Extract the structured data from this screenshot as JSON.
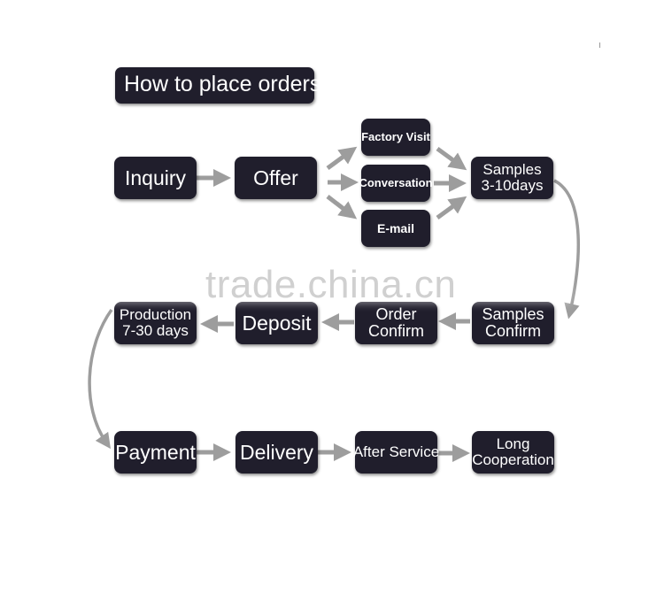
{
  "title": "How to place orders",
  "steps": {
    "inquiry": "Inquiry",
    "offer": "Offer",
    "factory_visit": "Factory Visit",
    "conversation": "Conversation",
    "email": "E-mail",
    "samples_line1": "Samples",
    "samples_line2": "3-10days",
    "samples_confirm_line1": "Samples",
    "samples_confirm_line2": "Confirm",
    "order_confirm_line1": "Order",
    "order_confirm_line2": "Confirm",
    "deposit": "Deposit",
    "production_line1": "Production",
    "production_line2": "7-30 days",
    "payment": "Payment",
    "delivery": "Delivery",
    "after_service": "After Service",
    "long_coop_line1": "Long",
    "long_coop_line2": "Cooperation"
  },
  "watermark": "trade.china.cn",
  "colors": {
    "box": "#201e2c",
    "arrow": "#9d9d9d",
    "text": "#ffffff"
  }
}
